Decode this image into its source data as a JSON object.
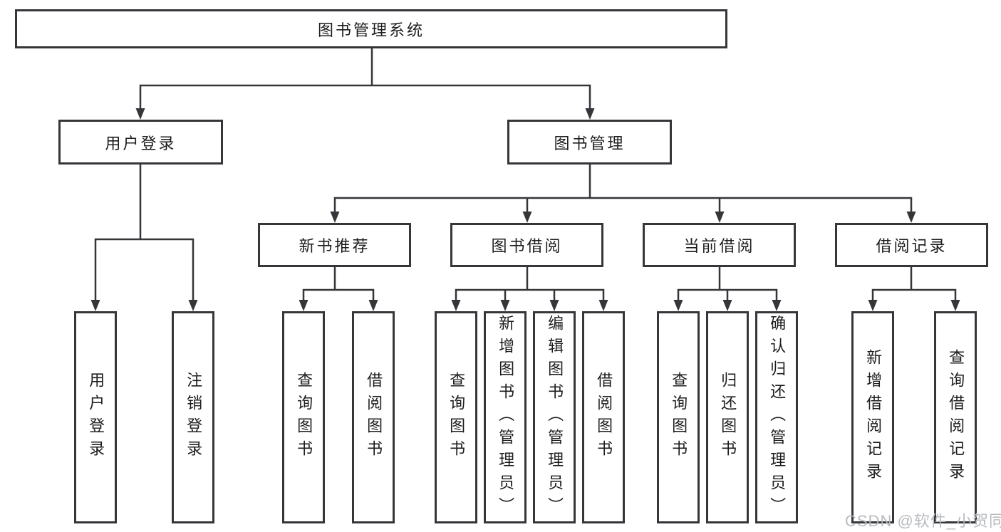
{
  "tree": {
    "label": "图书管理系统",
    "children": [
      {
        "label": "用户登录",
        "children": [
          {
            "label": "用户登录"
          },
          {
            "label": "注销登录"
          }
        ]
      },
      {
        "label": "图书管理",
        "children": [
          {
            "label": "新书推荐",
            "children": [
              {
                "label": "查询图书"
              },
              {
                "label": "借阅图书"
              }
            ]
          },
          {
            "label": "图书借阅",
            "children": [
              {
                "label": "查询图书"
              },
              {
                "label": "新增图书（管理员）"
              },
              {
                "label": "编辑图书（管理员）"
              },
              {
                "label": "借阅图书"
              }
            ]
          },
          {
            "label": "当前借阅",
            "children": [
              {
                "label": "查询图书"
              },
              {
                "label": "归还图书"
              },
              {
                "label": "确认归还（管理员）"
              }
            ]
          },
          {
            "label": "借阅记录",
            "children": [
              {
                "label": "新增借阅记录"
              },
              {
                "label": "查询借阅记录"
              }
            ]
          }
        ]
      }
    ]
  },
  "watermark": "CSDN @软件_小贺同学",
  "colors": {
    "line": "#343639",
    "box_border": "#343639",
    "text": "#1d1d1f",
    "watermark": "#b5b8bc",
    "background": "#ffffff"
  }
}
